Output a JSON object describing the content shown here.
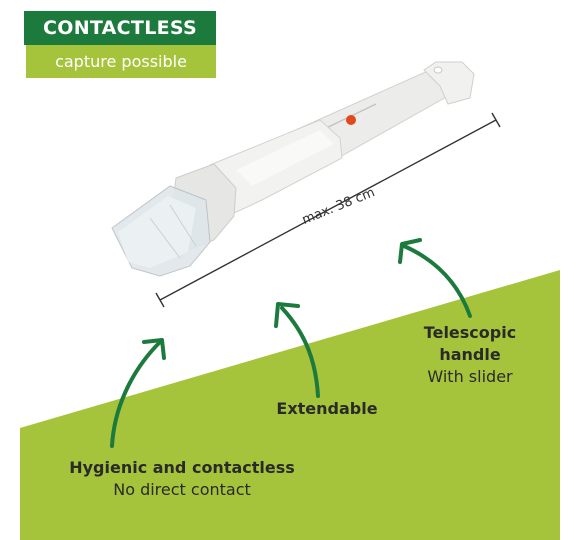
{
  "badge": {
    "title": "CONTACTLESS",
    "subtitle": "capture possible"
  },
  "measurement": {
    "label": "max. 38 cm"
  },
  "callouts": {
    "telescopic": {
      "title": "Telescopic",
      "title2": "handle",
      "sub": "With slider"
    },
    "extendable": {
      "title": "Extendable"
    },
    "hygienic": {
      "title": "Hygienic and contactless",
      "sub": "No direct contact"
    }
  },
  "colors": {
    "dark_green": "#1d7a3d",
    "lime_green": "#a6c43b",
    "arrow_green": "#1d7a3d",
    "slider_red": "#e2471d",
    "device_white": "#eeeeec"
  }
}
